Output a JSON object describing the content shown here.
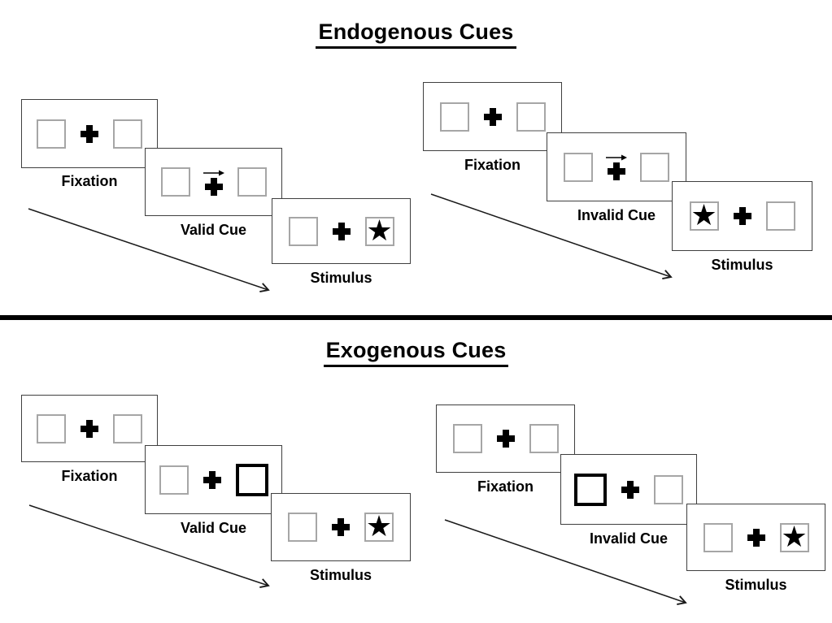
{
  "page": {
    "background": "#ffffff"
  },
  "colors": {
    "ink": "#000000",
    "panel_border": "#3f3f3f",
    "placeholder_box_border": "#a6a6a6",
    "highlight_box_border": "#000000",
    "divider": "#000000"
  },
  "icons": {
    "star": "★",
    "cue_arrow": "right-arrow",
    "fixation_cross": "plus-cross"
  },
  "sections": [
    {
      "title": "Endogenous Cues",
      "cue_style": "central-arrow-above-fixation-cross",
      "groups": [
        {
          "name": "valid",
          "panels": [
            {
              "label": "Fixation",
              "left_box": "empty",
              "right_box": "empty",
              "cue_arrow": false
            },
            {
              "label": "Valid Cue",
              "left_box": "empty",
              "right_box": "empty",
              "cue_arrow": true,
              "arrow_direction": "right"
            },
            {
              "label": "Stimulus",
              "left_box": "empty",
              "right_box": "star",
              "cue_arrow": false
            }
          ]
        },
        {
          "name": "invalid",
          "panels": [
            {
              "label": "Fixation",
              "left_box": "empty",
              "right_box": "empty",
              "cue_arrow": false
            },
            {
              "label": "Invalid Cue",
              "left_box": "empty",
              "right_box": "empty",
              "cue_arrow": true,
              "arrow_direction": "right"
            },
            {
              "label": "Stimulus",
              "left_box": "star",
              "right_box": "empty",
              "cue_arrow": false
            }
          ]
        }
      ]
    },
    {
      "title": "Exogenous Cues",
      "cue_style": "peripheral-box-highlight",
      "groups": [
        {
          "name": "valid",
          "panels": [
            {
              "label": "Fixation",
              "left_box": "empty",
              "right_box": "empty",
              "highlight": "none"
            },
            {
              "label": "Valid Cue",
              "left_box": "empty",
              "right_box": "empty",
              "highlight": "right"
            },
            {
              "label": "Stimulus",
              "left_box": "empty",
              "right_box": "star",
              "highlight": "none"
            }
          ]
        },
        {
          "name": "invalid",
          "panels": [
            {
              "label": "Fixation",
              "left_box": "empty",
              "right_box": "empty",
              "highlight": "none"
            },
            {
              "label": "Invalid Cue",
              "left_box": "empty",
              "right_box": "empty",
              "highlight": "left"
            },
            {
              "label": "Stimulus",
              "left_box": "empty",
              "right_box": "star",
              "highlight": "none"
            }
          ]
        }
      ]
    }
  ]
}
